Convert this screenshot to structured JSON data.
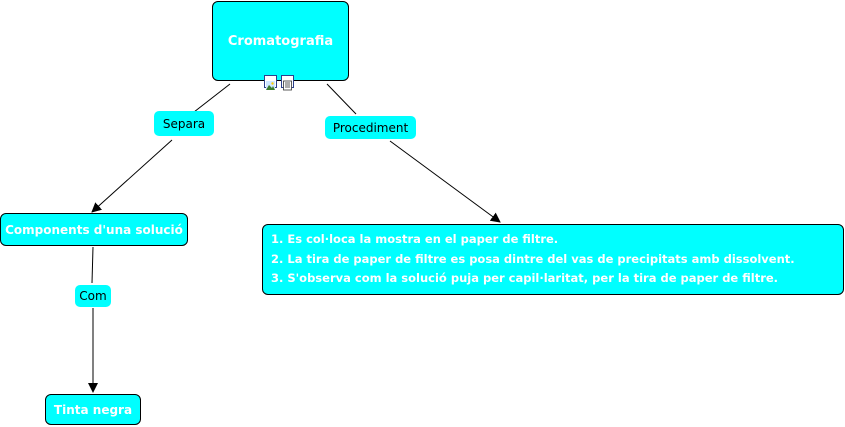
{
  "map": {
    "root": "Cromatografia",
    "components": "Components d'una solució",
    "ink": "Tinta negra",
    "steps": [
      "1. Es col·loca la mostra en el paper de filtre.",
      "2. La tira de paper de filtre es posa dintre del vas de precipitats amb dissolvent.",
      "3. S'observa com la solució puja per capil·laritat, per la tira de paper de filtre."
    ]
  },
  "links": {
    "separa": "Separa",
    "procediment": "Procediment",
    "com": "Com"
  },
  "resource_icons": [
    "image-icon",
    "document-icon"
  ],
  "colors": {
    "node_fill": "#00ffff",
    "node_text_white": "#ffffff",
    "line": "#000000"
  }
}
